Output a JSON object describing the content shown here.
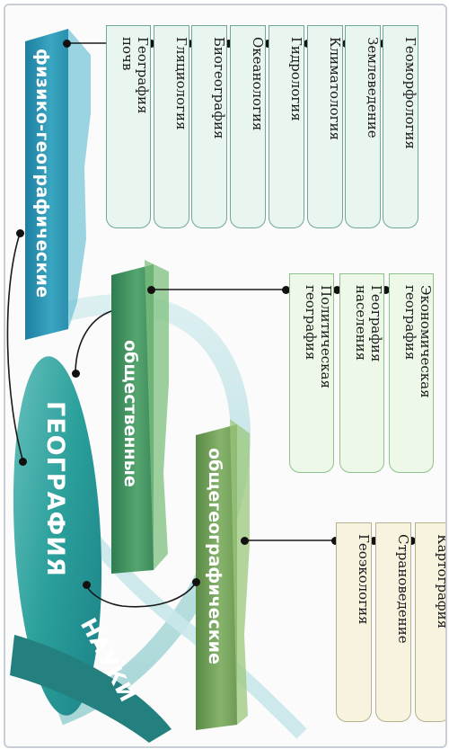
{
  "center": {
    "title": "ГЕОГРАФИЯ",
    "subtitle": "НАУКИ"
  },
  "groups": {
    "physical": {
      "label": "физико-географические",
      "items": [
        "Геоморфология",
        "Землеведение",
        "Климатология",
        "Гидрология",
        "Океанология",
        "Биогеография",
        "Гляциология",
        "География\nпочв"
      ]
    },
    "social": {
      "label": "общественные",
      "items": [
        "Экономическая\nгеография",
        "География\nнаселения",
        "Политическая\nгеография"
      ]
    },
    "general": {
      "label": "общегеографические",
      "items": [
        "Картография",
        "Страноведение",
        "Геоэкология"
      ]
    }
  },
  "colors": {
    "physical_ribbon": "#2f97b0",
    "social_ribbon": "#3f8c5c",
    "general_ribbon": "#6c9955",
    "ellipse": "#2aa39a",
    "ellipse_text": "#ffffff"
  }
}
